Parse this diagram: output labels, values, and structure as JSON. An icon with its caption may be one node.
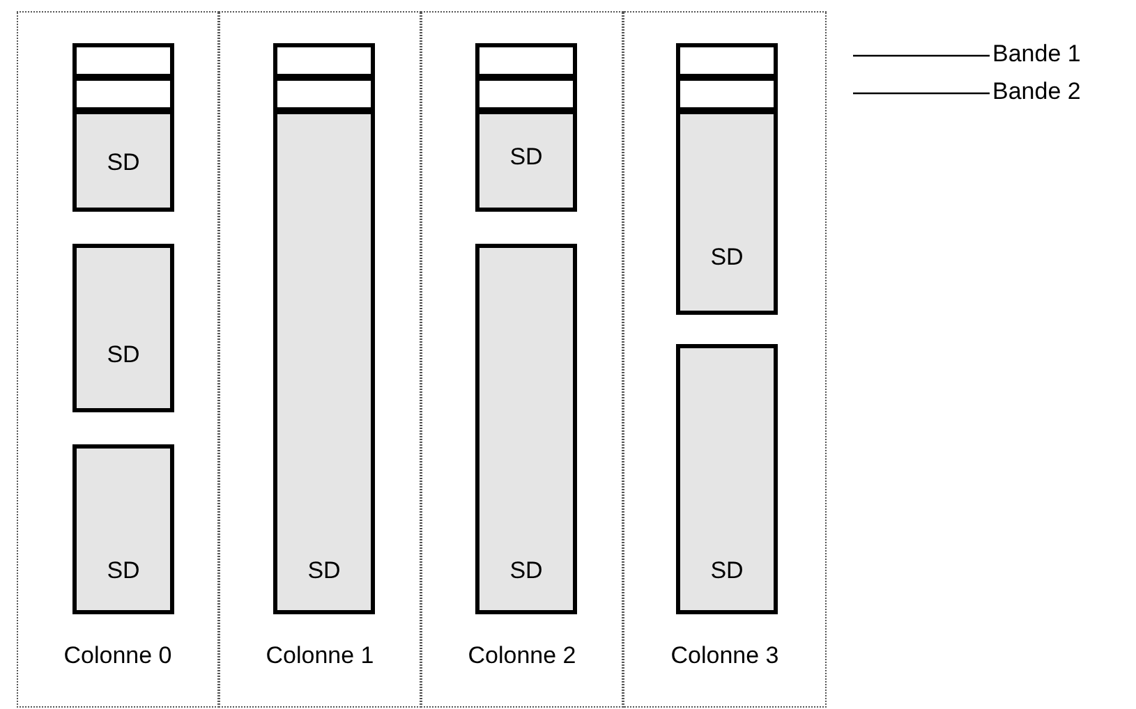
{
  "diagram": {
    "nodes": [
      {
        "text": [
          "Colonne 0"
        ]
      },
      {
        "text": [],
        "shape": "box",
        "in": 0
      },
      {
        "text": [],
        "shape": "box",
        "in": 0
      },
      {
        "text": [
          "SD"
        ],
        "in": 0
      },
      {
        "text": [
          "SD"
        ],
        "in": 0
      },
      {
        "text": [
          "SD"
        ],
        "in": 0
      },
      {
        "text": [
          "Colonne 1"
        ]
      },
      {
        "text": [],
        "shape": "box",
        "in": 6
      },
      {
        "text": [],
        "shape": "box",
        "in": 6
      },
      {
        "text": [
          "SD"
        ],
        "in": 6
      },
      {
        "text": [
          "Colonne 2"
        ]
      },
      {
        "text": [],
        "shape": "box",
        "in": 10
      },
      {
        "text": [],
        "shape": "box",
        "in": 10
      },
      {
        "text": [
          "SD"
        ],
        "in": 10
      },
      {
        "text": [
          "SD"
        ],
        "in": 10
      },
      {
        "text": [
          "Colonne 3"
        ]
      },
      {
        "text": [],
        "shape": "box",
        "in": 15
      },
      {
        "text": [],
        "shape": "box",
        "in": 15
      },
      {
        "text": [
          "SD"
        ],
        "in": 15
      },
      {
        "text": [
          "SD"
        ],
        "in": 15
      },
      {
        "text": [
          "Bande 1"
        ]
      },
      {
        "text": [
          "Bande 2"
        ]
      }
    ],
    "edges": [
      {
        "from": 20,
        "to": null,
        "arrow": "none"
      },
      {
        "from": 21,
        "to": null,
        "arrow": "none"
      }
    ]
  }
}
